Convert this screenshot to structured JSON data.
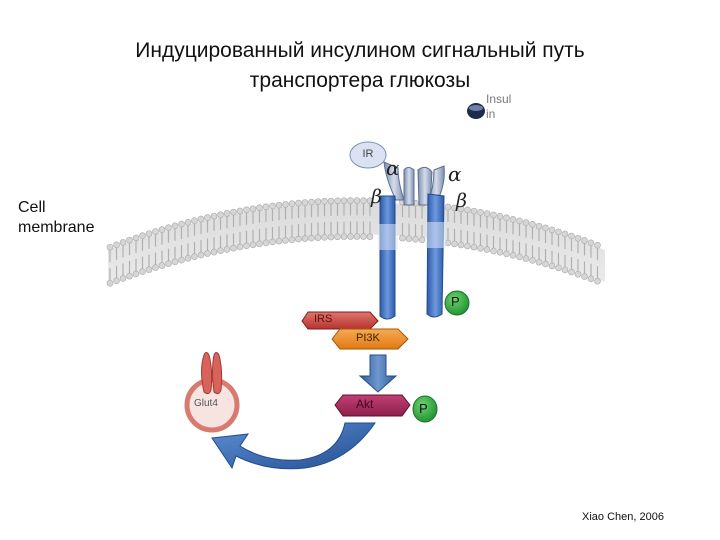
{
  "title": {
    "line1": "Индуцированный инсулином сигнальный путь",
    "line2": "транспортера глюкозы"
  },
  "insulin_label": {
    "line1": "Insul",
    "line2": "in"
  },
  "receptor": {
    "label": "IR",
    "alpha1": "α",
    "alpha2": "α",
    "beta1": "β",
    "beta2": "β"
  },
  "membrane_label": {
    "line1": "Cell",
    "line2": "membrane"
  },
  "phospho_receptor": "P",
  "irs_label": "IRS",
  "pi3k_label": "PI3K",
  "akt_label": "Akt",
  "phospho_akt": "P",
  "glut4_label": "Glut4",
  "citation": "Xiao Chen, 2006",
  "colors": {
    "membrane": "#c9c9c9",
    "receptor": "#3d6fc2",
    "receptor_top": "#9aa9c4",
    "phospho": "#2fae3f",
    "irs": "#c9453f",
    "pi3k": "#f08a1d",
    "akt": "#a12858",
    "glut4": "#d97a70",
    "arrow_blue": "#2f67b5"
  }
}
